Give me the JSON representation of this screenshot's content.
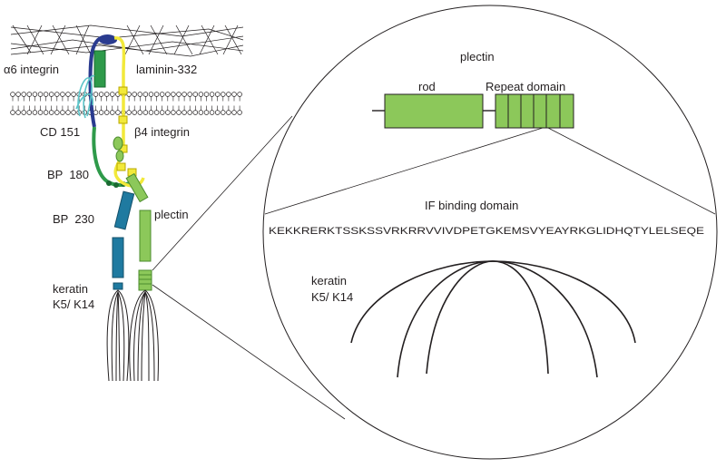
{
  "labels": {
    "alpha6_integrin": "α6 integrin",
    "laminin": "laminin-332",
    "cd151": "CD 151",
    "beta4_integrin": "β4 integrin",
    "bp180": "BP  180",
    "bp230": "BP  230",
    "plectin_left": "plectin",
    "keratin_left_line1": "keratin",
    "keratin_left_line2": "K5/ K14"
  },
  "zoom": {
    "plectin_title": "plectin",
    "rod_label": "rod",
    "repeat_label": "Repeat domain",
    "if_binding_title": "IF binding domain",
    "sequence": "KEKKRERKTSSKSSVRKRRVVIVDPETGKEMSVYEAYRKGLIDHQTYLELSEQE",
    "keratin_line1": "keratin",
    "keratin_line2": "K5/ K14"
  },
  "colors": {
    "dark_blue": "#2a3b8f",
    "green": "#2e9a4a",
    "light_green": "#8cc85a",
    "yellow": "#f2e93a",
    "teal": "#1f7aa0",
    "cyan": "#5cc4c8",
    "ink": "#231f20"
  }
}
